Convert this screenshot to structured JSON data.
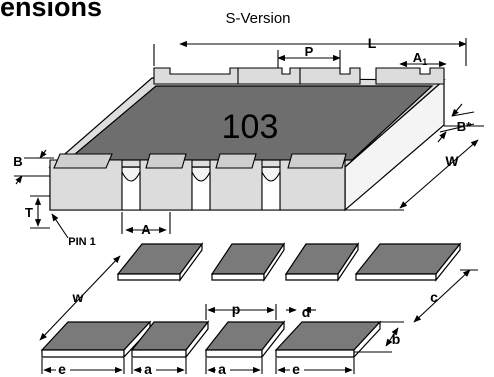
{
  "header": {
    "title_fragment": "ensions",
    "subtitle": "S-Version"
  },
  "chip": {
    "marking": "103",
    "pin_label": "PIN 1"
  },
  "dimensions": {
    "L": "L",
    "P": "P",
    "A1": "A",
    "A1_sub": "1",
    "B_star": "B*",
    "B": "B",
    "W": "W",
    "T": "T",
    "A": "A"
  },
  "footprint": {
    "w": "w",
    "p": "p",
    "d": "d",
    "c": "c",
    "b": "b",
    "e_left": "e",
    "a_1": "a",
    "a_2": "a",
    "e_right": "e"
  },
  "colors": {
    "body_top": "#6e6e6e",
    "body_side": "#f2f2f2",
    "terminal": "#dcdcdc",
    "pad_top": "#7a7a7a",
    "pad_edge": "#ffffff",
    "outline": "#000000"
  }
}
